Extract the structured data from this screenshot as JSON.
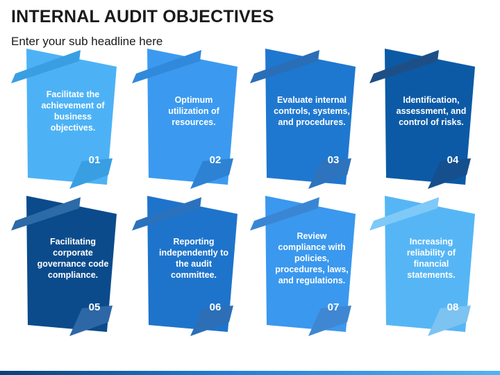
{
  "header": {
    "title": "INTERNAL AUDIT OBJECTIVES",
    "subtitle": "Enter your sub headline here"
  },
  "cards": [
    {
      "text": "Facilitate the achievement of business objectives.",
      "number": "01",
      "color": "#4db2f5",
      "band": "#3a9ee3",
      "tab": "#3a9ee3"
    },
    {
      "text": "Optimum utilization of resources.",
      "number": "02",
      "color": "#3b9af0",
      "band": "#3189dc",
      "tab": "#2d82d4"
    },
    {
      "text": "Evaluate internal controls, systems, and procedures.",
      "number": "03",
      "color": "#1f78cf",
      "band": "#2a6eb7",
      "tab": "#2d73bd"
    },
    {
      "text": "Identification, assessment, and control of risks.",
      "number": "04",
      "color": "#0c5aa6",
      "band": "#1d4f86",
      "tab": "#154f8e"
    },
    {
      "text": "Facilitating corporate governance code compliance.",
      "number": "05",
      "color": "#0b4b8c",
      "band": "#2c6aa8",
      "tab": "#2e67a6"
    },
    {
      "text": "Reporting independently to the audit committee.",
      "number": "06",
      "color": "#1e74cb",
      "band": "#2a72bd",
      "tab": "#2c6fb7"
    },
    {
      "text": "Review compliance with policies, procedures, laws, and regulations.",
      "number": "07",
      "color": "#3a98ee",
      "band": "#3a86d4",
      "tab": "#3f87d2"
    },
    {
      "text": "Increasing reliability of financial statements.",
      "number": "08",
      "color": "#56b6f5",
      "band": "#7ec9f7",
      "tab": "#7cc3f1"
    }
  ],
  "colors": {
    "bar_start": "#0b3f78",
    "bar_end": "#4fb4f5"
  }
}
